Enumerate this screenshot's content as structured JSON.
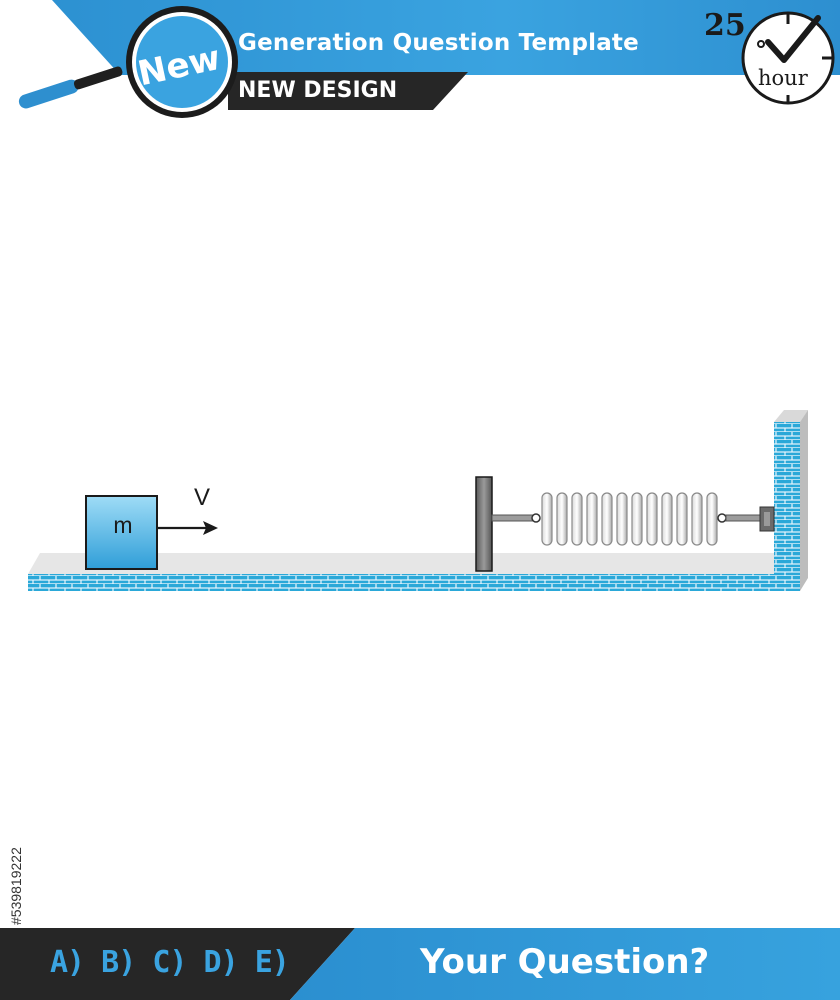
{
  "header": {
    "badge": "New",
    "title": "Generation Question Template",
    "subtitle": "NEW DESIGN"
  },
  "clock_badge": {
    "number": "25",
    "unit": "hour"
  },
  "diagram": {
    "mass_label": "m",
    "velocity_label": "V"
  },
  "footer": {
    "answer_options": "A) B) C) D) E)",
    "question": "Your Question?"
  },
  "stock_id": "#539819222",
  "colors": {
    "brand_blue": "#3aa3e0",
    "dark": "#262626",
    "brick": "#29a7d6"
  }
}
